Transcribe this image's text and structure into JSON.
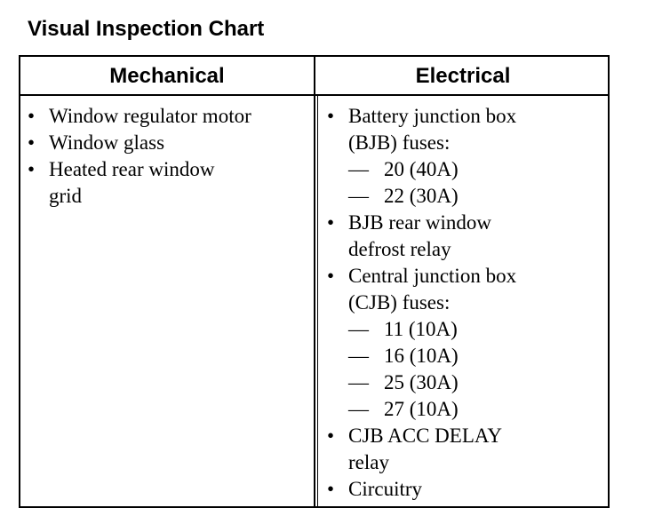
{
  "title": "Visual Inspection Chart",
  "columns": {
    "mechanical": "Mechanical",
    "electrical": "Electrical"
  },
  "bullet": "•",
  "dash": "—",
  "mechanical_items": [
    {
      "lines": [
        "Window regulator motor"
      ]
    },
    {
      "lines": [
        "Window glass"
      ]
    },
    {
      "lines": [
        "Heated rear window",
        "grid"
      ]
    }
  ],
  "electrical_items": [
    {
      "lines": [
        "Battery junction box",
        "(BJB) fuses:"
      ],
      "subitems": [
        "20 (40A)",
        "22 (30A)"
      ]
    },
    {
      "lines": [
        "BJB rear window",
        "defrost relay"
      ]
    },
    {
      "lines": [
        "Central junction box",
        "(CJB) fuses:"
      ],
      "subitems": [
        "11 (10A)",
        "16 (10A)",
        "25 (30A)",
        "27 (10A)"
      ]
    },
    {
      "lines": [
        "CJB ACC DELAY",
        "relay"
      ]
    },
    {
      "lines": [
        "Circuitry"
      ]
    }
  ]
}
